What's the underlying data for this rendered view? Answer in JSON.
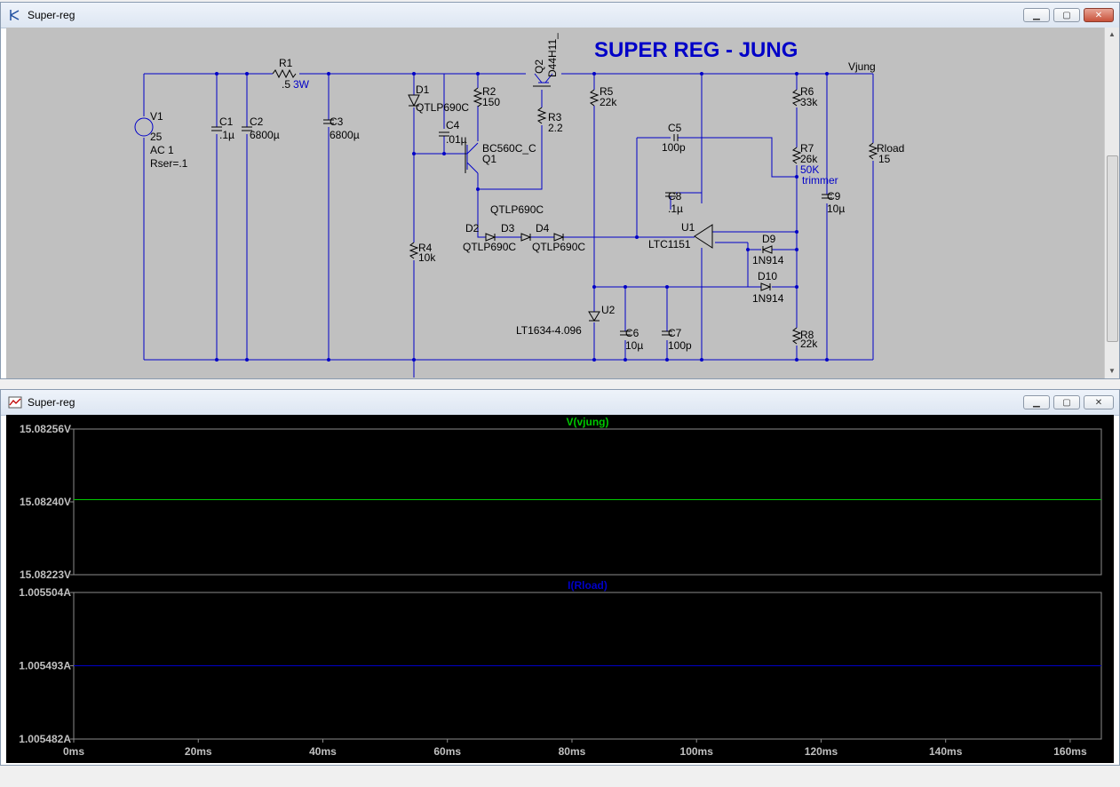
{
  "schematic_window": {
    "title": "Super-reg",
    "heading": "SUPER REG - JUNG",
    "net_label": "Vjung",
    "components": {
      "v1": {
        "name": "V1",
        "value": "25",
        "ac": "AC 1",
        "rser": "Rser=.1"
      },
      "r1": {
        "name": "R1",
        "value": ".5",
        "power": "3W"
      },
      "c1": {
        "name": "C1",
        "value": ".1µ"
      },
      "c2": {
        "name": "C2",
        "value": "6800µ"
      },
      "c3": {
        "name": "C3",
        "value": "6800µ"
      },
      "d1": {
        "name": "D1",
        "value": "QTLP690C"
      },
      "r2": {
        "name": "R2",
        "value": "150"
      },
      "c4": {
        "name": "C4",
        "value": ".01µ"
      },
      "q1": {
        "name": "Q1",
        "value": "BC560C_C"
      },
      "q2": {
        "name": "Q2",
        "value": "D44H11_"
      },
      "r3": {
        "name": "R3",
        "value": "2.2"
      },
      "r4": {
        "name": "R4",
        "value": "10k"
      },
      "d2": {
        "name": "D2",
        "value": "QTLP690C"
      },
      "d3": {
        "name": "D3",
        "value": "QTLP690C"
      },
      "d4": {
        "name": "D4",
        "value": "QTLP690C"
      },
      "r5": {
        "name": "R5",
        "value": "22k"
      },
      "c5": {
        "name": "C5",
        "value": "100p"
      },
      "c8": {
        "name": "C8",
        "value": ".1µ"
      },
      "u1": {
        "name": "U1",
        "value": "LTC1151"
      },
      "u2": {
        "name": "U2",
        "value": "LT1634-4.096"
      },
      "c6": {
        "name": "C6",
        "value": "10µ"
      },
      "c7": {
        "name": "C7",
        "value": "100p"
      },
      "r6": {
        "name": "R6",
        "value": "33k"
      },
      "r7": {
        "name": "R7",
        "value": "26k",
        "note1": "50K",
        "note2": "trimmer"
      },
      "c9": {
        "name": "C9",
        "value": "10µ"
      },
      "rload": {
        "name": "Rload",
        "value": "15"
      },
      "d9": {
        "name": "D9",
        "value": "1N914"
      },
      "d10": {
        "name": "D10",
        "value": "1N914"
      },
      "r8": {
        "name": "R8",
        "value": "22k"
      }
    }
  },
  "waveform_window": {
    "title": "Super-reg",
    "colors": {
      "bg": "#000000",
      "grid": "#8c8c8c",
      "trace_v": "#00c800",
      "trace_i": "#0000c8",
      "axis_text": "#c0c0c0"
    },
    "x_ticks": [
      "0ms",
      "20ms",
      "40ms",
      "60ms",
      "80ms",
      "100ms",
      "120ms",
      "140ms",
      "160ms"
    ]
  },
  "chart_data": [
    {
      "type": "line",
      "title": "V(vjung)",
      "x": [
        0,
        165
      ],
      "y": [
        15.0824,
        15.0824
      ],
      "xlim": [
        0,
        165
      ],
      "ylim": [
        15.08223,
        15.08256
      ],
      "yticks": [
        "15.08256V",
        "15.08240V",
        "15.08223V"
      ],
      "color": "#00c800"
    },
    {
      "type": "line",
      "title": "I(Rload)",
      "x": [
        0,
        165
      ],
      "y": [
        1.005493,
        1.005493
      ],
      "xlim": [
        0,
        165
      ],
      "ylim": [
        1.005482,
        1.005504
      ],
      "yticks": [
        "1.005504A",
        "1.005493A",
        "1.005482A"
      ],
      "color": "#0000c8"
    }
  ]
}
